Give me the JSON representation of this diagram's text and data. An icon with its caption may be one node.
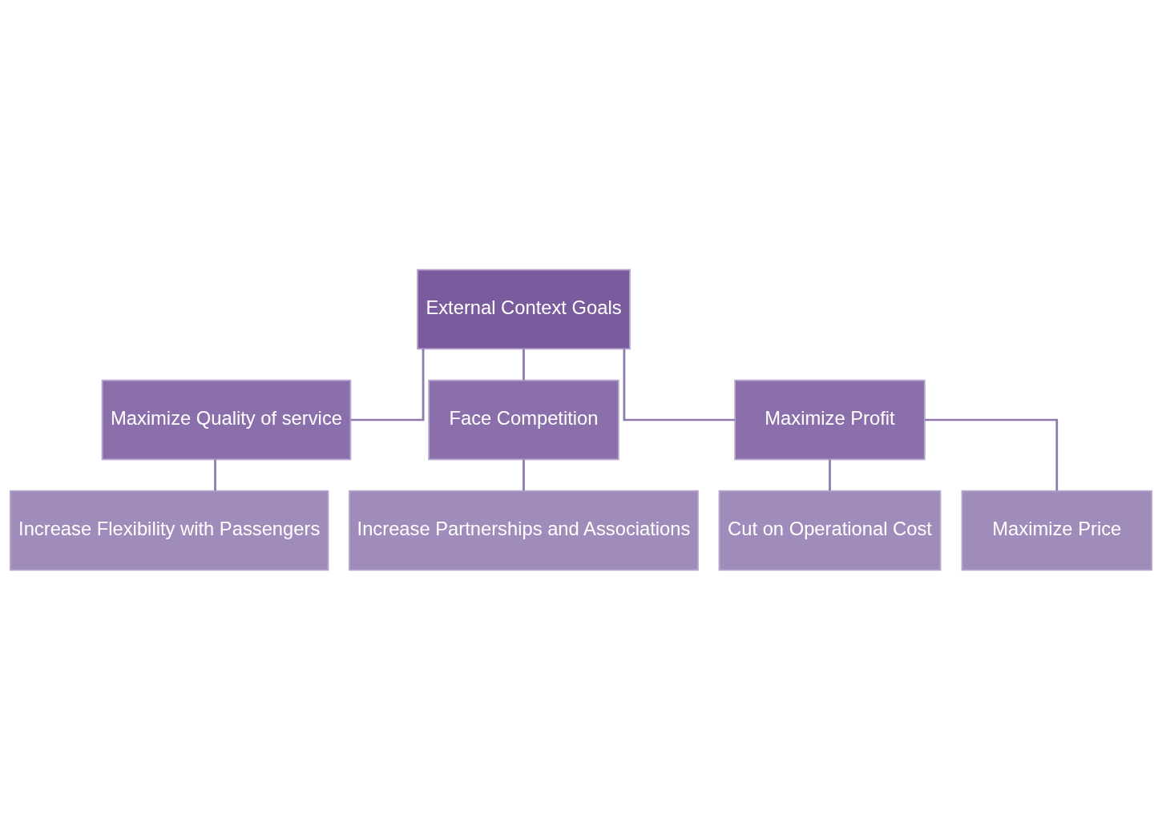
{
  "diagram": {
    "nodes": [
      {
        "text": [
          "External Context Goals"
        ]
      },
      {
        "text": [
          "Maximize Quality of service"
        ]
      },
      {
        "text": [
          "Face Competition"
        ]
      },
      {
        "text": [
          "Maximize Profit"
        ]
      },
      {
        "text": [
          "Increase Flexibility with Passengers"
        ]
      },
      {
        "text": [
          "Increase Partnerships and Associations"
        ]
      },
      {
        "text": [
          "Cut on Operational Cost"
        ]
      },
      {
        "text": [
          "Maximize Price"
        ]
      }
    ],
    "edges": [
      {
        "from": 0,
        "to": 1,
        "arrow": "none"
      },
      {
        "from": 0,
        "to": 2,
        "arrow": "none"
      },
      {
        "from": 0,
        "to": 3,
        "arrow": "none"
      },
      {
        "from": 1,
        "to": 4,
        "arrow": "none"
      },
      {
        "from": 2,
        "to": 5,
        "arrow": "none"
      },
      {
        "from": 3,
        "to": 6,
        "arrow": "none"
      },
      {
        "from": 3,
        "to": 7,
        "arrow": "none"
      }
    ]
  }
}
